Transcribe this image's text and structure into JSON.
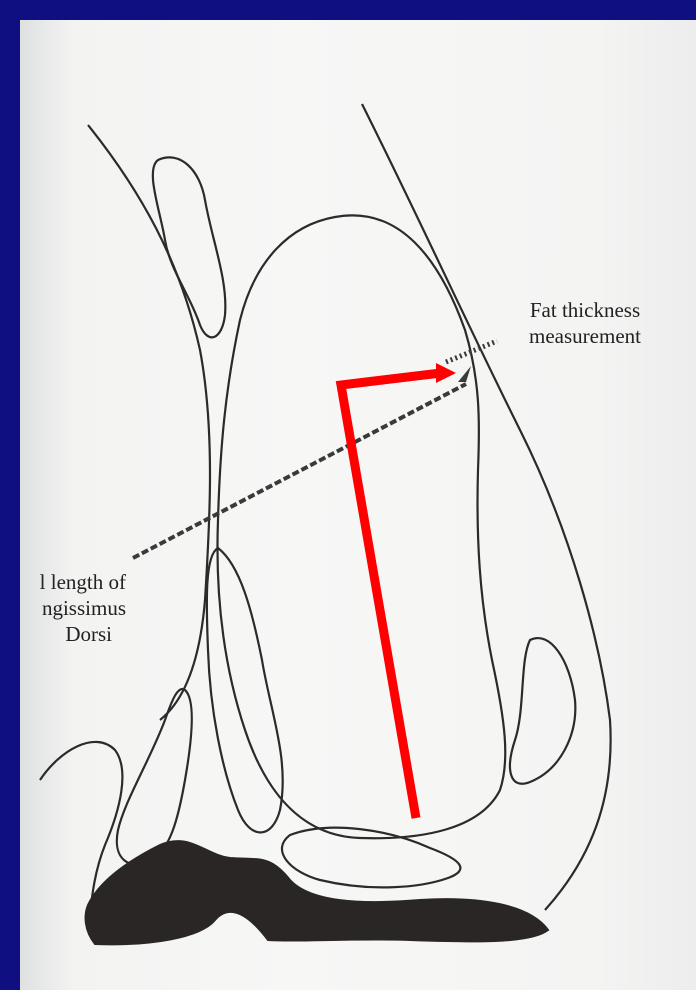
{
  "labels": {
    "fat_thickness_line1": "Fat thickness",
    "fat_thickness_line2": "measurement",
    "length_line1": "l length of",
    "length_line2": "ngissimus",
    "length_line3": "Dorsi"
  },
  "colors": {
    "slide_background": "#0f0f82",
    "paper": "#f4f4f3",
    "outline": "#2b2b2b",
    "fat_fill": "#2a2626",
    "annotation": "#ff0000"
  }
}
